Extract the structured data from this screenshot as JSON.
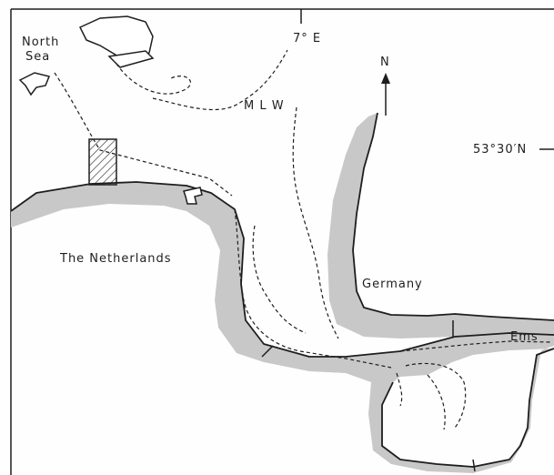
{
  "labels": {
    "north_sea_line1": "North",
    "north_sea_line2": "Sea",
    "longitude": "7° E",
    "latitude": "53°30′N",
    "north_arrow": "N",
    "mlw": "M L W",
    "netherlands": "The Netherlands",
    "germany": "Germany",
    "ems": "Ems"
  },
  "colors": {
    "coast_shading": "#c8c8c8",
    "ink": "#1e1e1e",
    "background": "#fefefe"
  }
}
